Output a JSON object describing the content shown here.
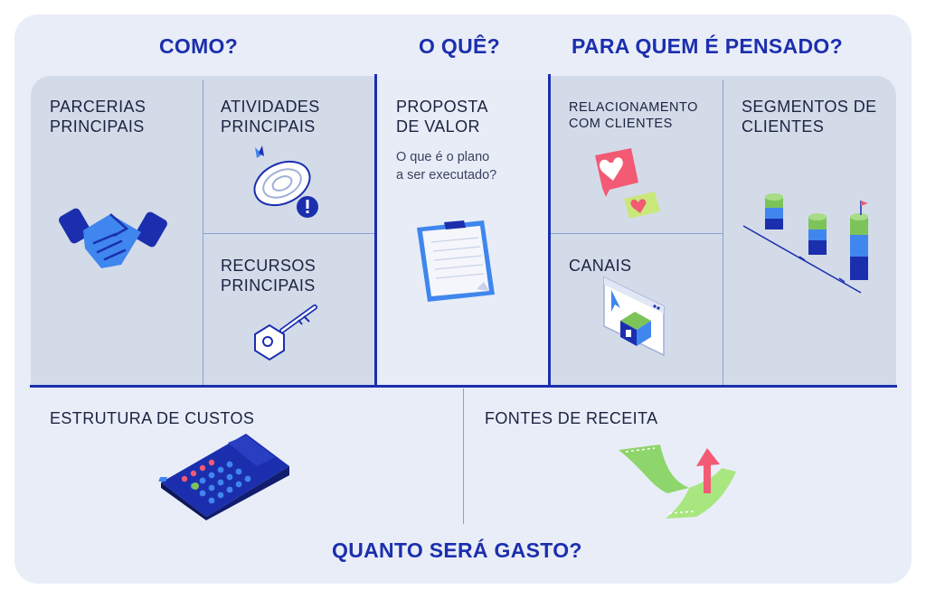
{
  "headings": {
    "como": "COMO?",
    "o_que": "O QUÊ?",
    "para_quem": "PARA QUEM É PENSADO?",
    "quanto": "QUANTO SERÁ GASTO?"
  },
  "blocks": {
    "parcerias": "PARCERIAS\nPRINCIPAIS",
    "atividades": "ATIVIDADES\nPRINCIPAIS",
    "recursos": "RECURSOS\nPRINCIPAIS",
    "proposta": "PROPOSTA\nDE VALOR",
    "proposta_sub": "O que é o plano\na ser executado?",
    "relacionamento": "RELACIONAMENTO\nCOM CLIENTES",
    "canais": "CANAIS",
    "segmentos": "SEGMENTOS DE\nCLIENTES",
    "custos": "ESTRUTURA DE CUSTOS",
    "receita": "FONTES DE RECEITA"
  },
  "icons": {
    "parcerias": "handshake-icon",
    "atividades": "target-alert-icon",
    "recursos": "key-icon",
    "proposta": "clipboard-icon",
    "relacionamento": "heart-chat-icon",
    "canais": "shop-window-icon",
    "segmentos": "stacked-coins-icon",
    "custos": "calculator-icon",
    "receita": "money-up-arrow-icon"
  },
  "colors": {
    "accent": "#1b2fae",
    "panel": "#d3dbe9",
    "background": "#e9edf8"
  }
}
